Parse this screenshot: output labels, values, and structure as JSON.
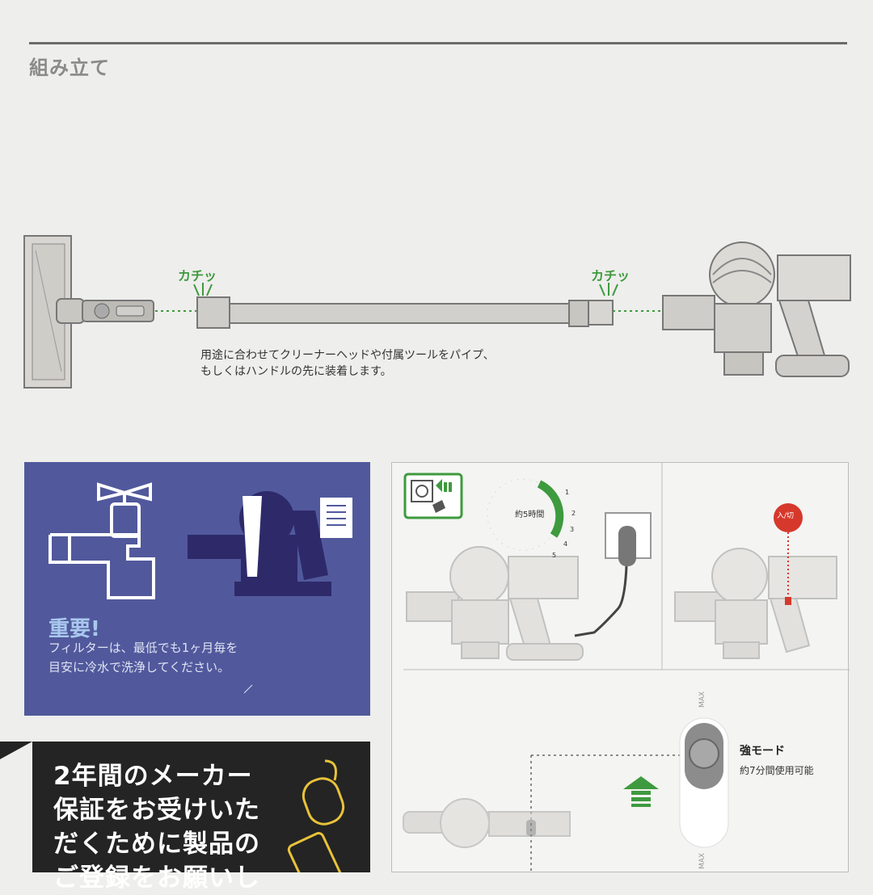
{
  "section_title": "組み立て",
  "assembly": {
    "click_left": "カチッ",
    "click_right": "カチッ",
    "caption_line1": "用途に合わせてクリーナーヘッドや付属ツールをパイプ、",
    "caption_line2": "もしくはハンドルの先に装着します。"
  },
  "important": {
    "title": "重要!",
    "line1": "フィルターは、最低でも1ヶ月毎を",
    "line2": "目安に冷水で洗浄してください。"
  },
  "warranty": {
    "line1": "2年間のメーカー",
    "line2": "保証をお受けいた",
    "line3": "だくために製品の",
    "line4": "ご登録をお願いし"
  },
  "charging": {
    "hours_label": "約5時間",
    "clock_numbers": [
      "1",
      "2",
      "3",
      "4",
      "5"
    ],
    "switch_label": "入/切",
    "mode_title": "強モード",
    "mode_subtitle": "約7分間使用可能",
    "max_label_top": "MAX",
    "max_label_bottom": "MAX"
  },
  "colors": {
    "green_accent": "#3e9a3e",
    "blue_panel": "#51599c",
    "dark_panel": "#242424",
    "red_badge": "#d6382c"
  }
}
